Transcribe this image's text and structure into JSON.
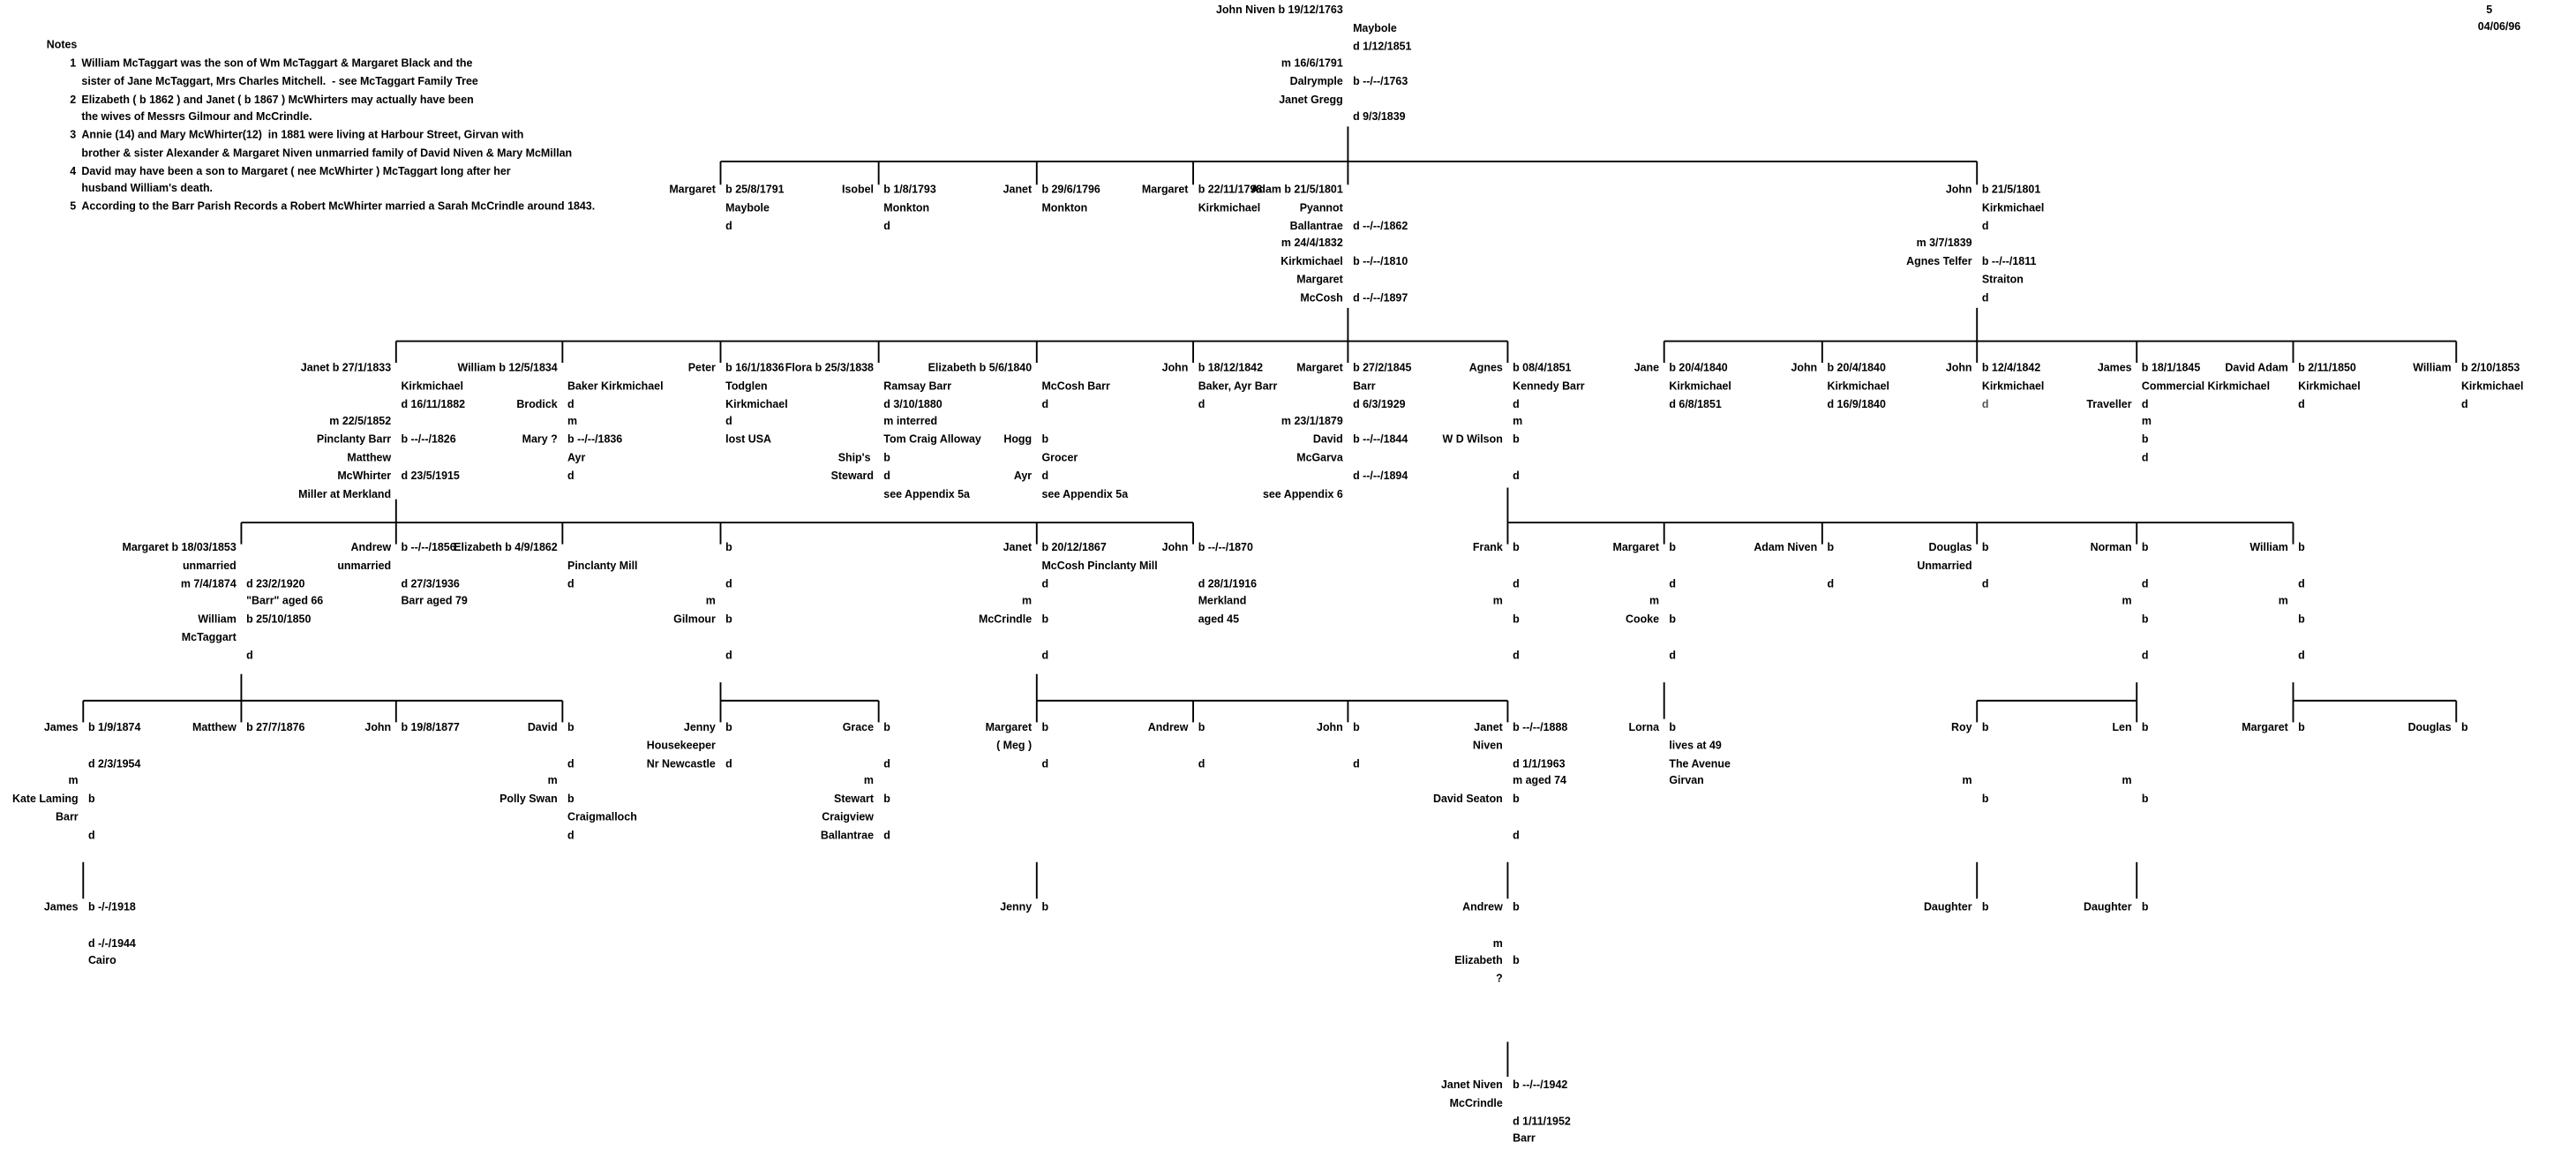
{
  "page_number": "5",
  "date": "04/06/96",
  "notes": {
    "heading": "Notes",
    "items": [
      {
        "num": "1",
        "text": "William McTaggart was the son of Wm McTaggart & Margaret Black and the\nsister of Jane McTaggart, Mrs Charles Mitchell.  - see McTaggart Family Tree"
      },
      {
        "num": "2",
        "text": "Elizabeth ( b 1862 ) and Janet ( b 1867 ) McWhirters may actually have been\nthe wives of Messrs Gilmour and McCrindle."
      },
      {
        "num": "3",
        "text": "Annie (14) and Mary McWhirter(12)  in 1881 were living at Harbour Street, Girvan with\nbrother & sister Alexander & Margaret Niven unmarried family of David Niven & Mary McMillan"
      },
      {
        "num": "4",
        "text": "David may have been a son to Margaret ( nee McWhirter ) McTaggart long after her\nhusband William's death."
      },
      {
        "num": "5",
        "text": "According to the Barr Parish Records a Robert McWhirter married a Sarah McCrindle around 1843."
      }
    ]
  },
  "people": [
    {
      "id": "john-niven-1763",
      "lines": [
        [
          "John Niven b 19/12/1763",
          "r"
        ],
        [
          "Maybole",
          "c"
        ],
        [
          "d 1/12/1851",
          "c"
        ]
      ]
    },
    {
      "id": "marriage-1791",
      "lines": [
        [
          "m 16/6/1791",
          "r"
        ],
        [
          "Dalrymple b --/--/1763",
          "c"
        ],
        [
          "Janet Gregg",
          "r"
        ],
        [
          "d 9/3/1839",
          "c"
        ]
      ]
    },
    {
      "id": "margaret-1791",
      "lines": [
        [
          "Margaret b 25/8/1791",
          "c"
        ],
        [
          "Maybole",
          "c"
        ],
        [
          "d",
          "c"
        ]
      ]
    },
    {
      "id": "isobel-1793",
      "lines": [
        [
          "Isobel b 1/8/1793",
          "c"
        ],
        [
          "Monkton",
          "c"
        ],
        [
          "d",
          "c"
        ]
      ]
    },
    {
      "id": "janet-1796",
      "lines": [
        [
          "Janet b 29/6/1796",
          "c"
        ],
        [
          "Monkton",
          "c"
        ]
      ]
    },
    {
      "id": "margaret-1798",
      "lines": [
        [
          "Margaret b 22/11/1798",
          "c"
        ],
        [
          "Kirkmichael",
          "c"
        ]
      ]
    },
    {
      "id": "adam-1801",
      "lines": [
        [
          "Adam b 21/5/1801",
          "r"
        ],
        [
          "Pyannot",
          "r"
        ],
        [
          "Ballantrae d --/--/1862",
          "c"
        ],
        [
          "m 24/4/1832",
          "r"
        ],
        [
          "Kirkmichael b --/--/1810",
          "c"
        ],
        [
          "Margaret",
          "r"
        ],
        [
          "McCosh d --/--/1897",
          "c"
        ]
      ]
    },
    {
      "id": "john-1801",
      "lines": [
        [
          "John b 21/5/1801",
          "c"
        ],
        [
          "Kirkmichael",
          "c"
        ],
        [
          "d",
          "c"
        ],
        [
          "m 3/7/1839",
          "r"
        ],
        [
          "Agnes Telfer b --/--/1811",
          "c"
        ],
        [
          "Straiton",
          "c"
        ],
        [
          "d",
          "c"
        ]
      ]
    },
    {
      "id": "janet-1833",
      "lines": [
        [
          "Janet b 27/1/1833",
          "r"
        ],
        [
          "Kirkmichael",
          "c"
        ],
        [
          "d 16/11/1882",
          "c"
        ],
        [
          "m 22/5/1852",
          "r"
        ],
        [
          "Pinclanty Barr b --/--/1826",
          "c"
        ],
        [
          "Matthew",
          "r"
        ],
        [
          "McWhirter d 23/5/1915",
          "c"
        ],
        [
          "Miller at Merkland",
          "r"
        ]
      ]
    },
    {
      "id": "william-1834",
      "lines": [
        [
          "William b 12/5/1834",
          "r"
        ],
        [
          "Baker Kirkmichael",
          "c"
        ],
        [
          "Brodick d",
          "c"
        ],
        [
          "m",
          "c"
        ],
        [
          "Mary ? b --/--/1836",
          "c"
        ],
        [
          "Ayr",
          "c"
        ],
        [
          "d",
          "c"
        ]
      ]
    },
    {
      "id": "peter-1836",
      "lines": [
        [
          "Peter b 16/1/1836",
          "c"
        ],
        [
          "Todglen",
          "c"
        ],
        [
          "Kirkmichael",
          "c"
        ],
        [
          "d",
          "c"
        ],
        [
          "lost USA",
          "c"
        ]
      ]
    },
    {
      "id": "flora-1838",
      "lines": [
        [
          "Flora b 25/3/1838",
          "r"
        ],
        [
          "Ramsay Barr",
          "c"
        ],
        [
          "d 3/10/1880",
          "c"
        ],
        [
          "m interred",
          "c"
        ],
        [
          "Tom Craig Alloway",
          "c"
        ],
        [
          "Ship's  b",
          "c"
        ],
        [
          "Steward d",
          "c"
        ],
        [
          "see Appendix 5a",
          "c"
        ]
      ]
    },
    {
      "id": "elizabeth-1840",
      "lines": [
        [
          "Elizabeth b 5/6/1840",
          "r"
        ],
        [
          "McCosh Barr",
          "c"
        ],
        [
          "d",
          "c"
        ],
        [
          "",
          "c"
        ],
        [
          "Hogg b",
          "c"
        ],
        [
          "Grocer",
          "c"
        ],
        [
          "Ayr d",
          "c"
        ],
        [
          "see Appendix 5a",
          "c"
        ]
      ]
    },
    {
      "id": "john-1842-baker",
      "lines": [
        [
          "John b 18/12/1842",
          "c"
        ],
        [
          "Baker, Ayr Barr",
          "c"
        ],
        [
          "d",
          "c"
        ]
      ]
    },
    {
      "id": "margaret-1845",
      "lines": [
        [
          "Margaret b 27/2/1845",
          "c"
        ],
        [
          "Barr",
          "c"
        ],
        [
          "d 6/3/1929",
          "c"
        ],
        [
          "m 23/1/1879",
          "r"
        ],
        [
          "David b --/--/1844",
          "c"
        ],
        [
          "McGarva",
          "r"
        ],
        [
          "d --/--/1894",
          "c"
        ],
        [
          "see Appendix 6",
          "r"
        ]
      ]
    },
    {
      "id": "agnes-1851",
      "lines": [
        [
          "Agnes b 08/4/1851",
          "c"
        ],
        [
          "Kennedy Barr",
          "c"
        ],
        [
          "d",
          "c"
        ],
        [
          "m",
          "c"
        ],
        [
          "W D Wilson b",
          "c"
        ],
        [
          "",
          "c"
        ],
        [
          "d",
          "c"
        ]
      ]
    },
    {
      "id": "jane-1840",
      "lines": [
        [
          "Jane b 20/4/1840",
          "c"
        ],
        [
          "Kirkmichael",
          "c"
        ],
        [
          "d 6/8/1851",
          "c"
        ]
      ]
    },
    {
      "id": "john-1840",
      "lines": [
        [
          "John b 20/4/1840",
          "c"
        ],
        [
          "Kirkmichael",
          "c"
        ],
        [
          "d 16/9/1840",
          "c"
        ]
      ]
    },
    {
      "id": "john-1842",
      "lines": [
        [
          "John b 12/4/1842",
          "c"
        ],
        [
          "Kirkmichael",
          "c"
        ],
        [
          "d",
          "c",
          "faded"
        ]
      ]
    },
    {
      "id": "james-1845",
      "lines": [
        [
          "James b 18/1/1845",
          "c"
        ],
        [
          "Commercial Kirkmichael",
          "c"
        ],
        [
          "Traveller d",
          "c"
        ],
        [
          "m",
          "c"
        ],
        [
          "b",
          "c"
        ],
        [
          "d",
          "c"
        ]
      ]
    },
    {
      "id": "david-adam-1850",
      "lines": [
        [
          "David Adam b 2/11/1850",
          "c"
        ],
        [
          "Kirkmichael",
          "c"
        ],
        [
          "d",
          "c"
        ]
      ]
    },
    {
      "id": "william-1853",
      "lines": [
        [
          "William b 2/10/1853",
          "c"
        ],
        [
          "Kirkmichael",
          "c"
        ],
        [
          "d",
          "c"
        ]
      ]
    },
    {
      "id": "margaret-1853",
      "lines": [
        [
          "Margaret b 18/03/1853",
          "r"
        ],
        [
          "unmarried",
          "r"
        ],
        [
          "m 7/4/1874 d 23/2/1920",
          "c"
        ],
        [
          "\"Barr\" aged 66",
          "c"
        ],
        [
          "William b 25/10/1850",
          "c"
        ],
        [
          "McTaggart",
          "r"
        ],
        [
          "d",
          "c"
        ]
      ]
    },
    {
      "id": "andrew-1856",
      "lines": [
        [
          "Andrew b --/--/1856",
          "c"
        ],
        [
          "unmarried",
          "r"
        ],
        [
          "d 27/3/1936",
          "c"
        ],
        [
          "Barr aged 79",
          "c"
        ]
      ]
    },
    {
      "id": "elizabeth-1862",
      "lines": [
        [
          "Elizabeth b 4/9/1862",
          "r"
        ],
        [
          "Pinclanty Mill",
          "c"
        ],
        [
          "d",
          "c"
        ]
      ]
    },
    {
      "id": "gilmour",
      "lines": [
        [
          "b",
          "c"
        ],
        [
          "",
          "c"
        ],
        [
          "d",
          "c"
        ],
        [
          "m",
          "r"
        ],
        [
          "Gilmour b",
          "c"
        ],
        [
          "",
          "c"
        ],
        [
          "d",
          "c"
        ]
      ]
    },
    {
      "id": "janet-1867",
      "lines": [
        [
          "Janet b 20/12/1867",
          "c"
        ],
        [
          "McCosh Pinclanty Mill",
          "c"
        ],
        [
          "d",
          "c"
        ],
        [
          "m",
          "r"
        ],
        [
          "McCrindle b",
          "c"
        ],
        [
          "",
          "c"
        ],
        [
          "d",
          "c"
        ]
      ]
    },
    {
      "id": "john-1870",
      "lines": [
        [
          "John b --/--/1870",
          "c"
        ],
        [
          "",
          "c"
        ],
        [
          "d 28/1/1916",
          "c"
        ],
        [
          "Merkland",
          "c"
        ],
        [
          "aged 45",
          "c"
        ]
      ]
    },
    {
      "id": "frank",
      "lines": [
        [
          "Frank b",
          "c"
        ],
        [
          "",
          "c"
        ],
        [
          "d",
          "c"
        ],
        [
          "m",
          "r"
        ],
        [
          "b",
          "c"
        ],
        [
          "",
          "c"
        ],
        [
          "d",
          "c"
        ]
      ]
    },
    {
      "id": "margaret-cooke",
      "lines": [
        [
          "Margaret b",
          "c"
        ],
        [
          "",
          "c"
        ],
        [
          "d",
          "c"
        ],
        [
          "m",
          "r"
        ],
        [
          "Cooke b",
          "c"
        ],
        [
          "",
          "c"
        ],
        [
          "d",
          "c"
        ]
      ]
    },
    {
      "id": "adam-niven",
      "lines": [
        [
          "Adam Niven b",
          "c"
        ],
        [
          "",
          "c"
        ],
        [
          "d",
          "c"
        ]
      ]
    },
    {
      "id": "douglas-unmarried",
      "lines": [
        [
          "Douglas b",
          "c"
        ],
        [
          "Unmarried",
          "r"
        ],
        [
          "d",
          "c"
        ]
      ]
    },
    {
      "id": "norman",
      "lines": [
        [
          "Norman b",
          "c"
        ],
        [
          "",
          "c"
        ],
        [
          "d",
          "c"
        ],
        [
          "m",
          "r"
        ],
        [
          "b",
          "c"
        ],
        [
          "",
          "c"
        ],
        [
          "d",
          "c"
        ]
      ]
    },
    {
      "id": "william-gen4",
      "lines": [
        [
          "William b",
          "c"
        ],
        [
          "",
          "c"
        ],
        [
          "d",
          "c"
        ],
        [
          "m",
          "r"
        ],
        [
          "b",
          "c"
        ],
        [
          "",
          "c"
        ],
        [
          "d",
          "c"
        ]
      ]
    },
    {
      "id": "james-1874",
      "lines": [
        [
          "James b 1/9/1874",
          "c"
        ],
        [
          "",
          "c"
        ],
        [
          "d 2/3/1954",
          "c"
        ],
        [
          "m",
          "r"
        ],
        [
          "Kate Laming b",
          "c"
        ],
        [
          "Barr",
          "r"
        ],
        [
          "d",
          "c"
        ]
      ]
    },
    {
      "id": "matthew-1876",
      "lines": [
        [
          "Matthew b 27/7/1876",
          "c"
        ]
      ]
    },
    {
      "id": "john-1877",
      "lines": [
        [
          "John b 19/8/1877",
          "c"
        ]
      ]
    },
    {
      "id": "david-swan",
      "lines": [
        [
          "David b",
          "c"
        ],
        [
          "",
          "c"
        ],
        [
          "d",
          "c"
        ],
        [
          "m",
          "r"
        ],
        [
          "Polly Swan b",
          "c"
        ],
        [
          "Craigmalloch",
          "c"
        ],
        [
          "d",
          "c"
        ]
      ]
    },
    {
      "id": "jenny-housekeeper",
      "lines": [
        [
          "Jenny b",
          "c"
        ],
        [
          "Housekeeper",
          "r"
        ],
        [
          "Nr Newcastle d",
          "c"
        ]
      ]
    },
    {
      "id": "grace",
      "lines": [
        [
          "Grace b",
          "c"
        ],
        [
          "",
          "c"
        ],
        [
          "d",
          "c"
        ],
        [
          "m",
          "r"
        ],
        [
          "Stewart b",
          "c"
        ],
        [
          "Craigview",
          "r"
        ],
        [
          "Ballantrae d",
          "c"
        ]
      ]
    },
    {
      "id": "margaret-meg",
      "lines": [
        [
          "Margaret b",
          "c"
        ],
        [
          "( Meg )",
          "r"
        ],
        [
          "d",
          "c"
        ]
      ]
    },
    {
      "id": "andrew-gen5",
      "lines": [
        [
          "Andrew b",
          "c"
        ],
        [
          "",
          "c"
        ],
        [
          "d",
          "c"
        ]
      ]
    },
    {
      "id": "john-gen5",
      "lines": [
        [
          "John b",
          "c"
        ],
        [
          "",
          "c"
        ],
        [
          "d",
          "c"
        ]
      ]
    },
    {
      "id": "janet-1888",
      "lines": [
        [
          "Janet b --/--/1888",
          "c"
        ],
        [
          "Niven",
          "r"
        ],
        [
          "d 1/1/1963",
          "c"
        ],
        [
          "m aged 74",
          "c"
        ],
        [
          "David Seaton b",
          "c"
        ],
        [
          "",
          "c"
        ],
        [
          "d",
          "c"
        ]
      ]
    },
    {
      "id": "lorna",
      "lines": [
        [
          "Lorna b",
          "c"
        ],
        [
          "lives at 49",
          "c"
        ],
        [
          "The Avenue",
          "c"
        ],
        [
          "Girvan",
          "c"
        ]
      ]
    },
    {
      "id": "roy",
      "lines": [
        [
          "Roy b",
          "c"
        ],
        [
          "",
          "c"
        ],
        [
          "",
          "c"
        ],
        [
          "m",
          "r"
        ],
        [
          "b",
          "c"
        ]
      ]
    },
    {
      "id": "len",
      "lines": [
        [
          "Len b",
          "c"
        ],
        [
          "",
          "c"
        ],
        [
          "",
          "c"
        ],
        [
          "m",
          "r"
        ],
        [
          "b",
          "c"
        ]
      ]
    },
    {
      "id": "margaret-gen5",
      "lines": [
        [
          "Margaret b",
          "c"
        ]
      ]
    },
    {
      "id": "douglas-gen5",
      "lines": [
        [
          "Douglas b",
          "c"
        ]
      ]
    },
    {
      "id": "james-1918",
      "lines": [
        [
          "James b -/-/1918",
          "c"
        ],
        [
          "",
          "c"
        ],
        [
          "d -/-/1944",
          "c"
        ],
        [
          "Cairo",
          "c"
        ]
      ]
    },
    {
      "id": "jenny-gen6",
      "lines": [
        [
          "Jenny b",
          "c"
        ]
      ]
    },
    {
      "id": "andrew-gen6",
      "lines": [
        [
          "Andrew b",
          "c"
        ],
        [
          "",
          "c"
        ],
        [
          "m",
          "r"
        ],
        [
          "Elizabeth b",
          "c"
        ],
        [
          "?",
          "r"
        ]
      ]
    },
    {
      "id": "daughter-roy",
      "lines": [
        [
          "Daughter b",
          "c"
        ]
      ]
    },
    {
      "id": "daughter-len",
      "lines": [
        [
          "Daughter b",
          "c"
        ]
      ]
    },
    {
      "id": "janet-niven-1942",
      "lines": [
        [
          "Janet Niven b --/--/1942",
          "c"
        ],
        [
          "McCrindle",
          "r"
        ],
        [
          "d 1/11/1952",
          "c"
        ],
        [
          "Barr",
          "c"
        ]
      ]
    }
  ]
}
